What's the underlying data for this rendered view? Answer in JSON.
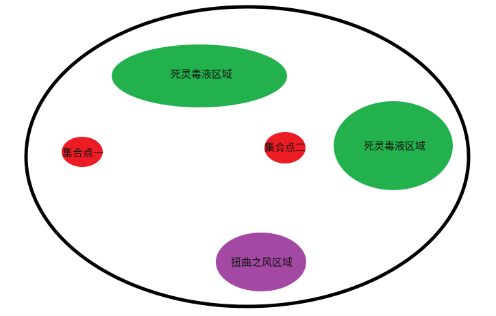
{
  "colors": {
    "background": "#ffffff",
    "outline": "#000000",
    "poison_zone": "#22b14c",
    "rally_point": "#ed1c24",
    "wind_zone": "#a349a4",
    "text": "#111111"
  },
  "map": {
    "poison_zone_top": {
      "label": "死灵毒液区域"
    },
    "poison_zone_right": {
      "label": "死灵毒液区域"
    },
    "rally_point_1": {
      "label": "集合点一"
    },
    "rally_point_2": {
      "label": "集合点二"
    },
    "wind_zone": {
      "label": "扭曲之风区域"
    }
  }
}
